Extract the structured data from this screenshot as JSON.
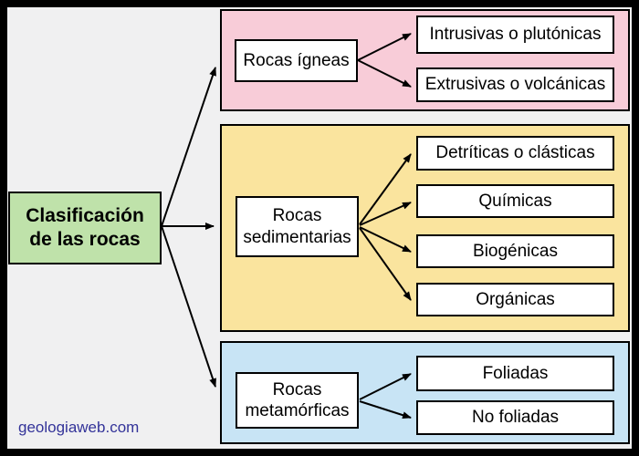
{
  "page": {
    "background_color": "#f0f0f1",
    "frame_color": "#000000",
    "watermark": "geologiaweb.com",
    "watermark_color": "#333399"
  },
  "diagram": {
    "root": {
      "label": "Clasificación de las rocas",
      "fill": "#bfe2aa"
    },
    "groups": [
      {
        "id": "igneas",
        "fill": "#f8ccd8",
        "parent": "Rocas ígneas",
        "children": [
          "Intrusivas o plutónicas",
          "Extrusivas o volcánicas"
        ]
      },
      {
        "id": "sedimentarias",
        "fill": "#fae49e",
        "parent": "Rocas sedimentarias",
        "children": [
          "Detríticas o clásticas",
          "Químicas",
          "Biogénicas",
          "Orgánicas"
        ]
      },
      {
        "id": "metamorficas",
        "fill": "#c8e4f5",
        "parent": "Rocas metamórficas",
        "children": [
          "Foliadas",
          "No foliadas"
        ]
      }
    ]
  }
}
